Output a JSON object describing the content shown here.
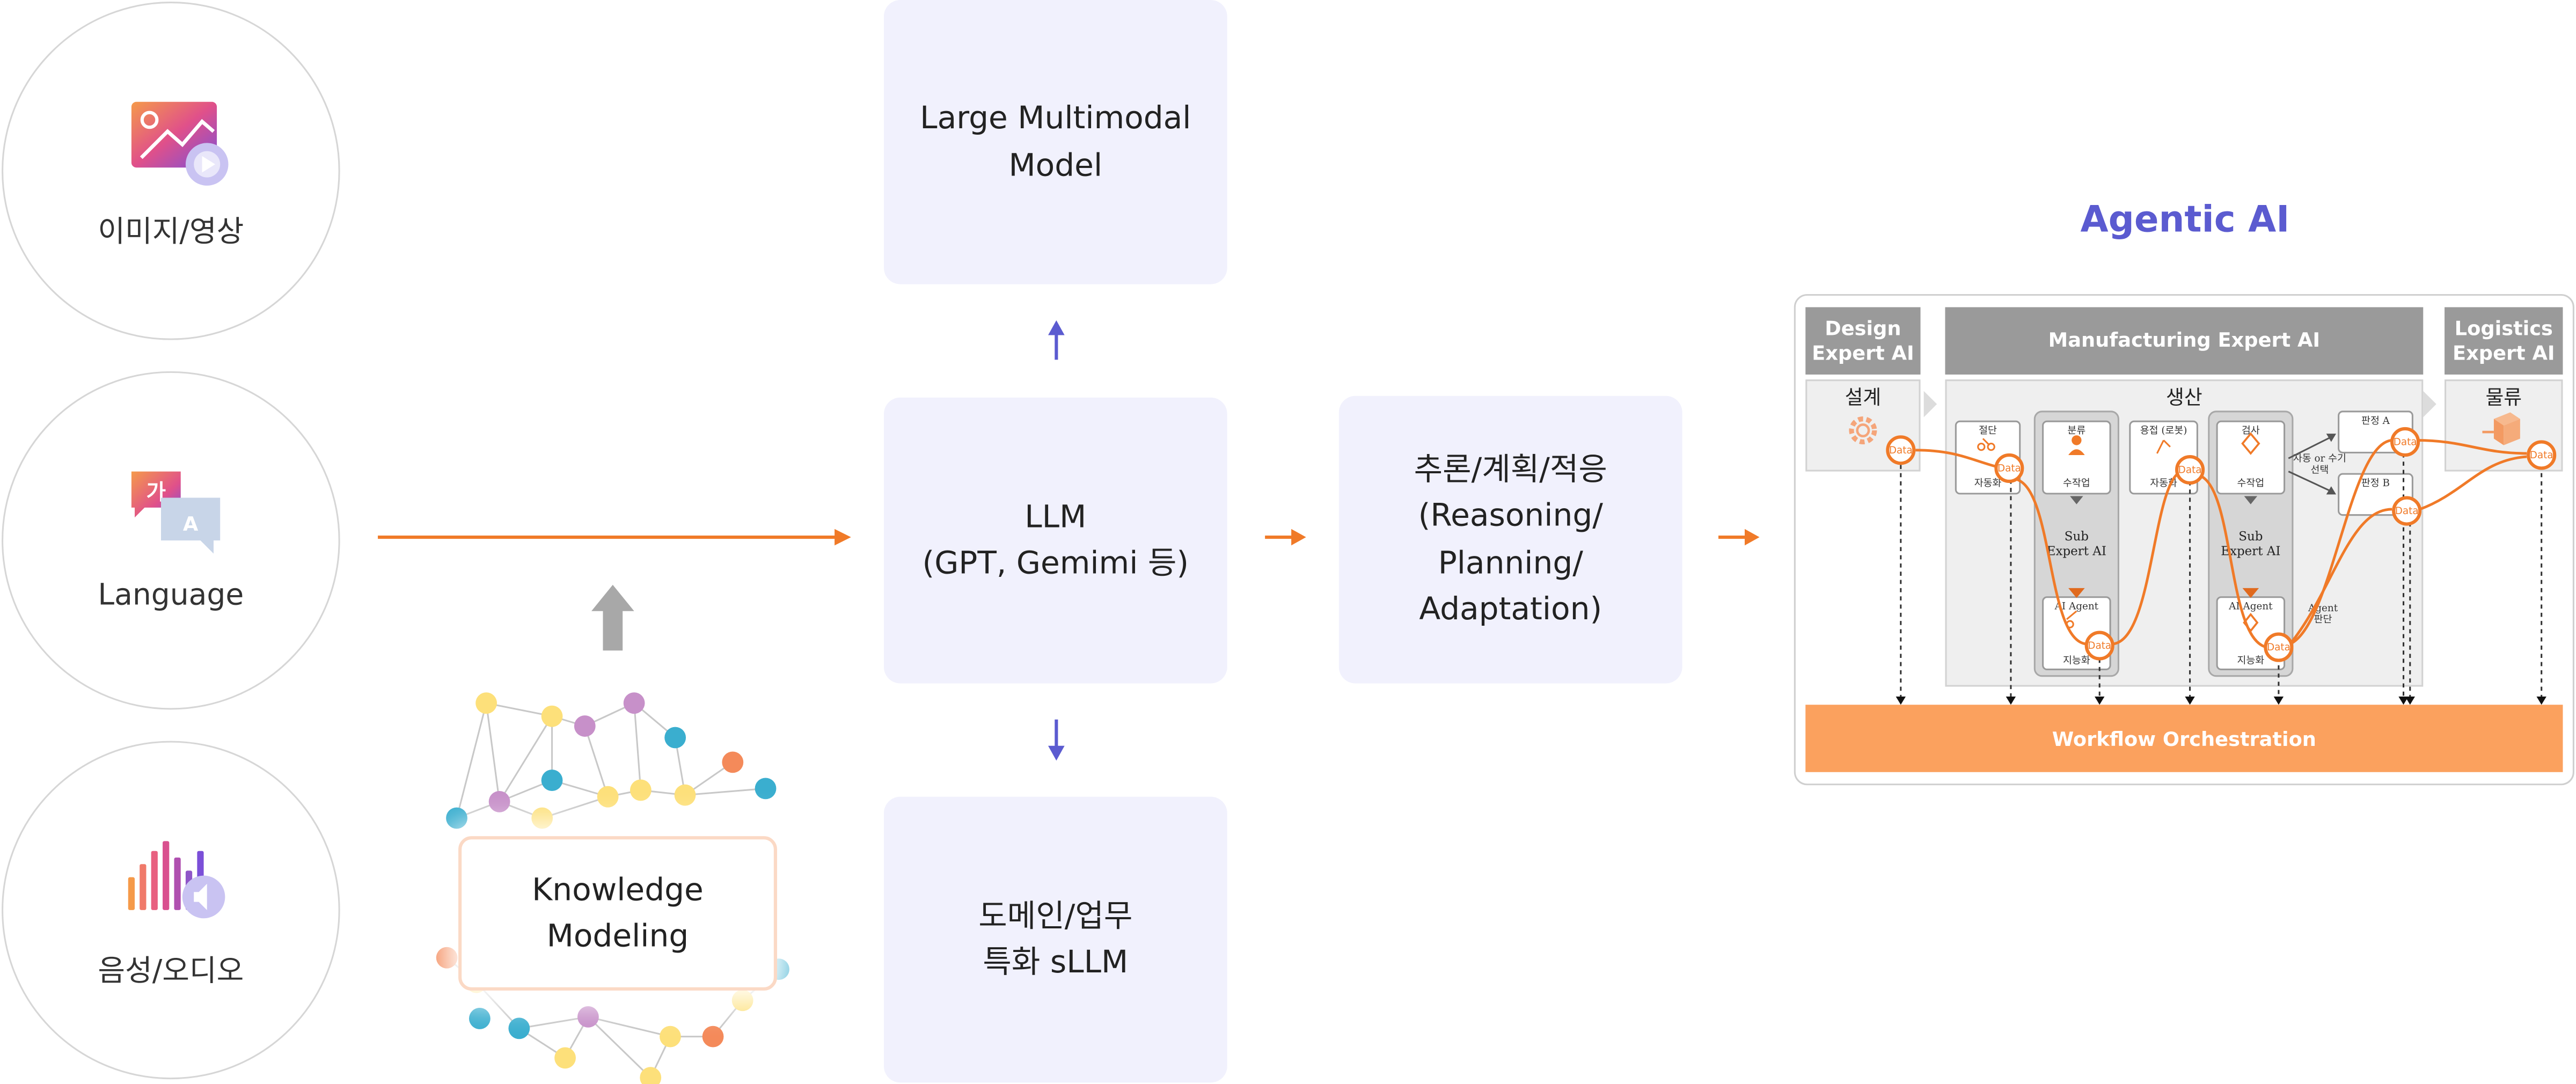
{
  "inputs": {
    "image": "이미지/영상",
    "language": "Language",
    "audio": "음성/오디오"
  },
  "knowledge_modeling": "Knowledge\nModeling",
  "models": {
    "lmm": "Large Multimodal\nModel",
    "llm": "LLM\n(GPT, Gemimi 등)",
    "sllm": "도메인/업무\n특화 sLLM"
  },
  "reasoning": "추론/계획/적응\n(Reasoning/\nPlanning/\nAdaptation)",
  "agentic": {
    "title": "Agentic AI",
    "design_header": "Design\nExpert AI",
    "manufacturing_header": "Manufacturing Expert AI",
    "logistics_header": "Logistics\nExpert AI",
    "design_stage": "설계",
    "production_stage": "생산",
    "logistics_stage": "물류",
    "workflow": "Workflow Orchestration",
    "data_label": "Data",
    "cutting": "절단",
    "classify": "분류",
    "welding": "용접 (로봇)",
    "inspection": "검사",
    "judge_a": "판정 A",
    "judge_b": "판정 B",
    "automation": "자동화",
    "manual": "수작업",
    "sub_expert": "Sub\nExpert AI",
    "ai_agent": "AI Agent",
    "intelligent": "지능화",
    "auto_or_manual": "자동 or 수기\n선택",
    "agent_judge": "Agent\n판단"
  },
  "colors": {
    "accent_orange": "#f07a28",
    "accent_purple": "#5b5bd0",
    "box_fill": "#f1f1fd",
    "workflow_fill": "#fba15e"
  }
}
